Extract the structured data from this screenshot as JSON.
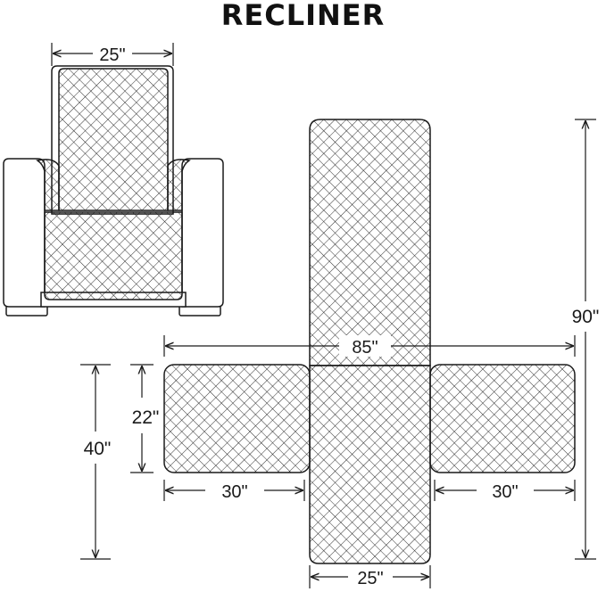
{
  "title": "RECLINER",
  "colors": {
    "stroke": "#1a1a1a",
    "fabric_fill": "#ffffff",
    "chair_fill": "#ffffff",
    "background": "#ffffff"
  },
  "pattern": "diamond-quilt",
  "dimensions": {
    "chair_back_width": "25\"",
    "total_width": "85\"",
    "total_length": "90\"",
    "side_panel_height": "22\"",
    "seat_length": "40\"",
    "left_panel_width": "30\"",
    "right_panel_width": "30\"",
    "seat_width": "25\""
  }
}
